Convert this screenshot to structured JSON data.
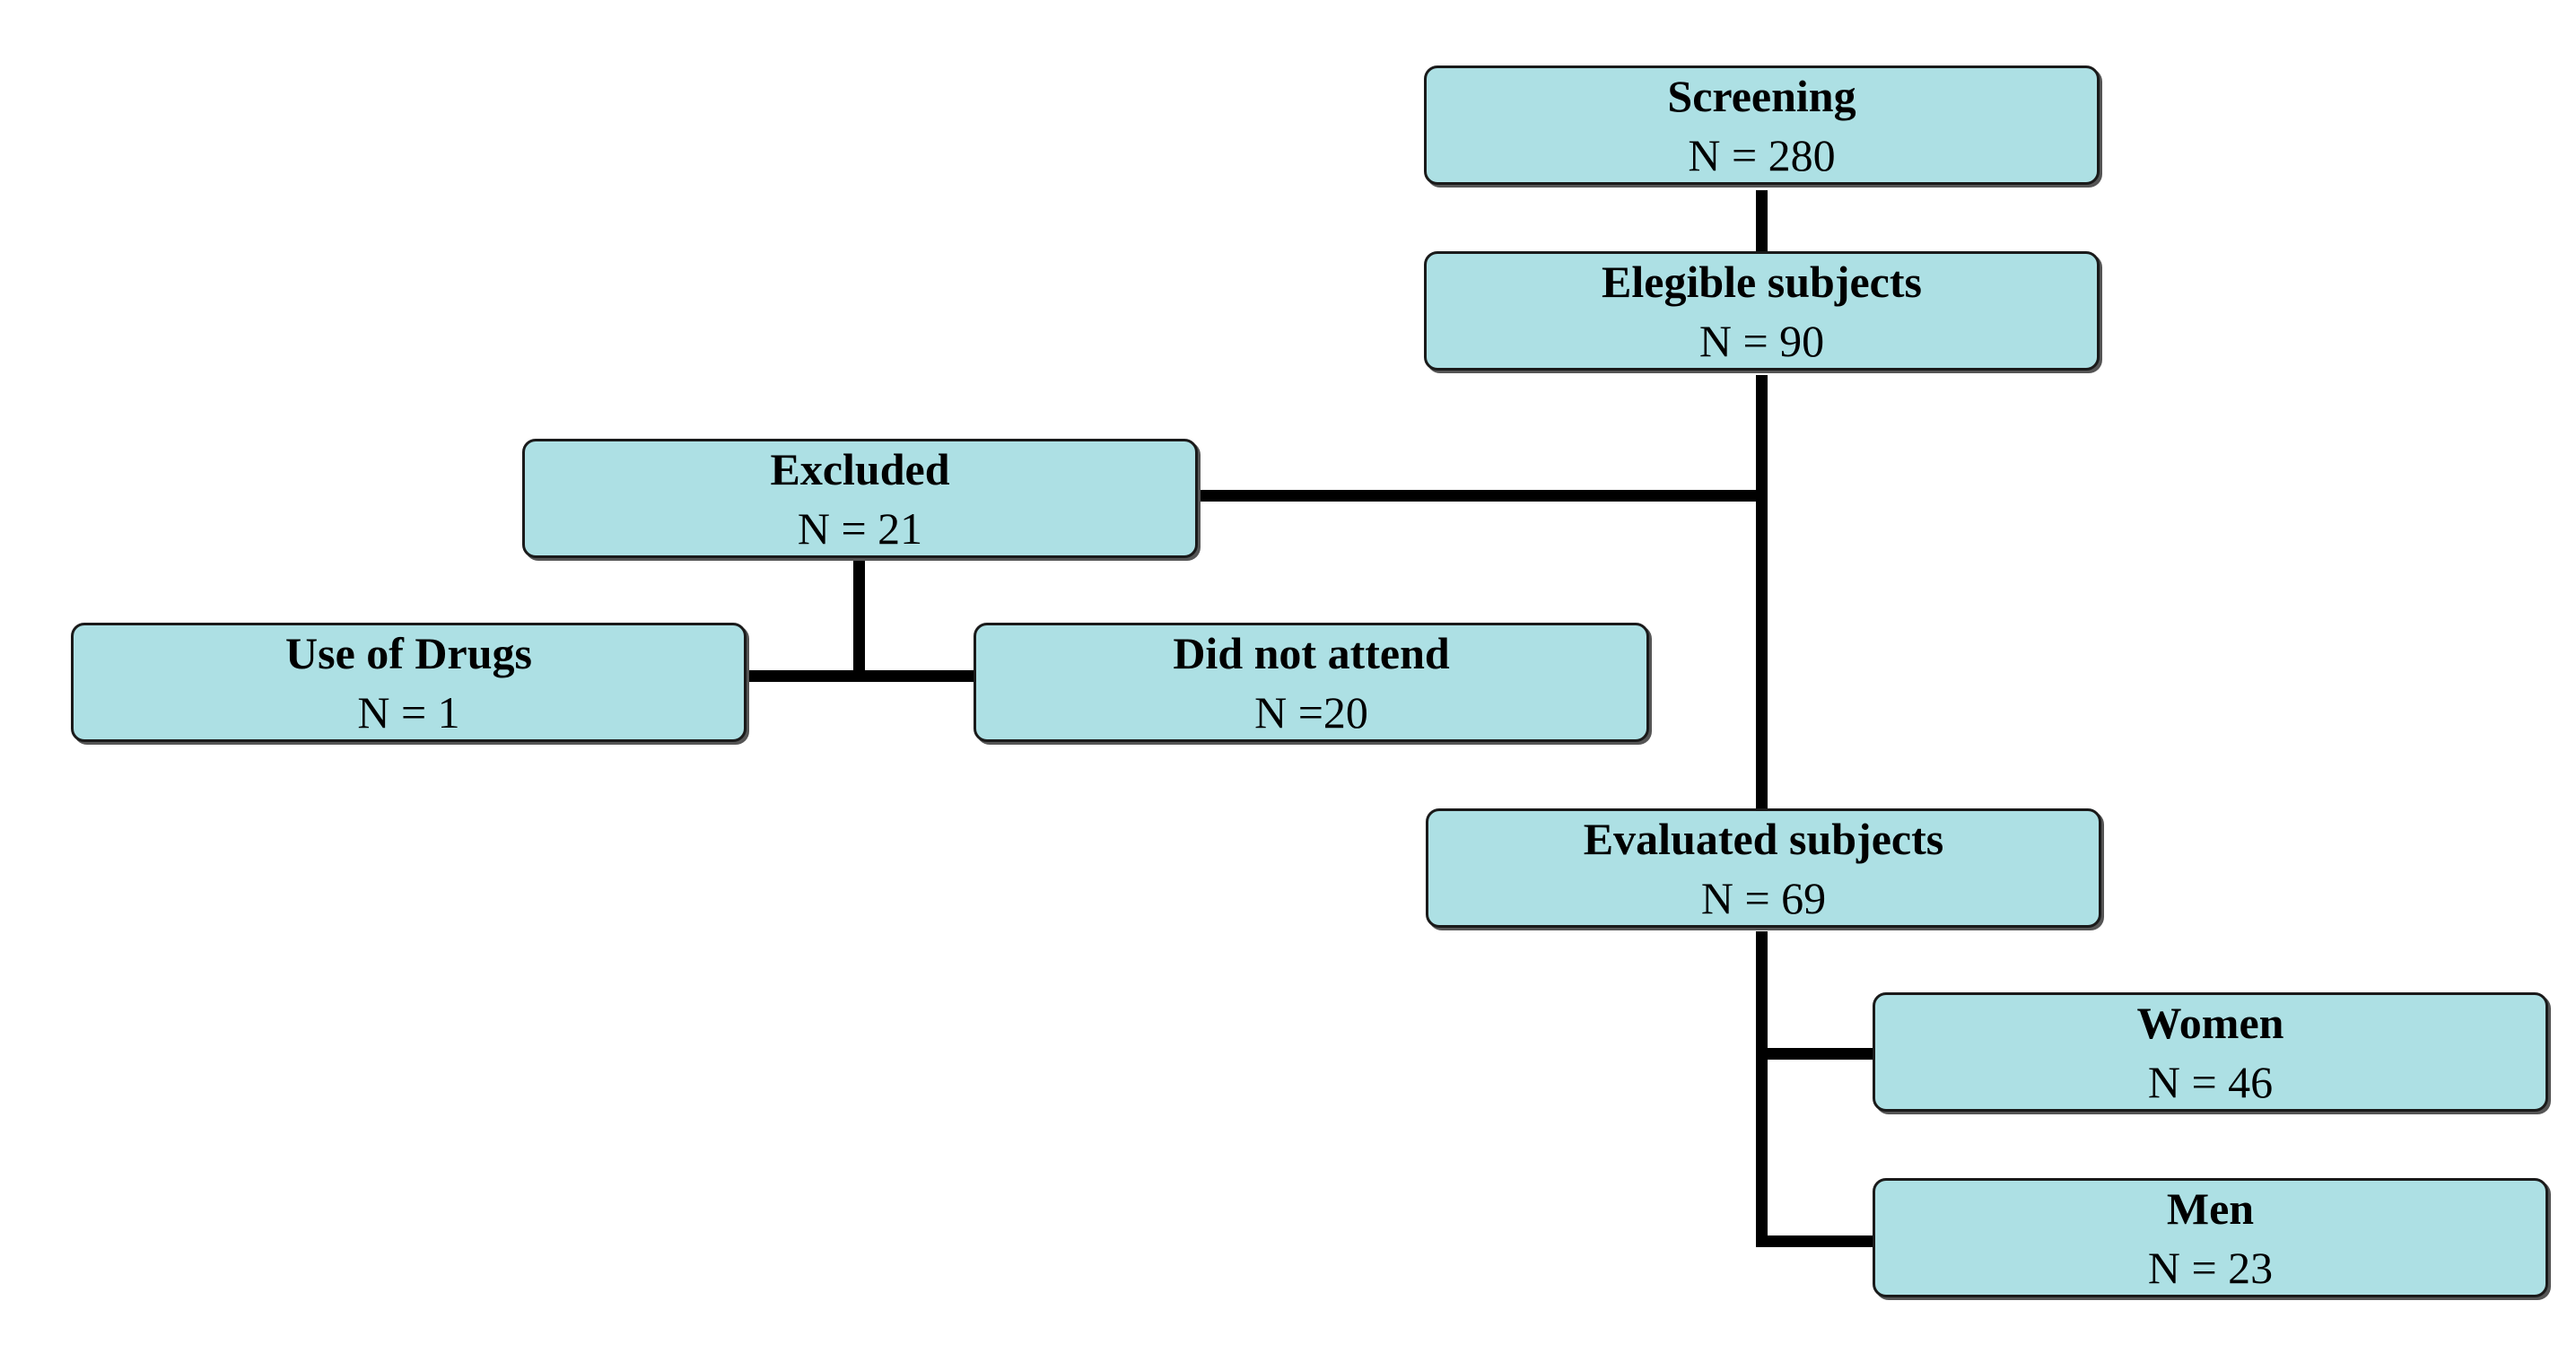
{
  "colors": {
    "box_fill": "#ade0e4",
    "box_border": "#1a1a1a",
    "connector": "#000000"
  },
  "nodes": {
    "screening": {
      "title": "Screening",
      "count": "N = 280"
    },
    "eligible": {
      "title": "Elegible subjects",
      "count": "N = 90"
    },
    "excluded": {
      "title": "Excluded",
      "count": "N = 21"
    },
    "drugs": {
      "title": "Use of Drugs",
      "count": "N = 1"
    },
    "not_attend": {
      "title": "Did not attend",
      "count": "N =20"
    },
    "evaluated": {
      "title": "Evaluated subjects",
      "count": "N = 69"
    },
    "women": {
      "title": "Women",
      "count": "N = 46"
    },
    "men": {
      "title": "Men",
      "count": "N = 23"
    }
  }
}
